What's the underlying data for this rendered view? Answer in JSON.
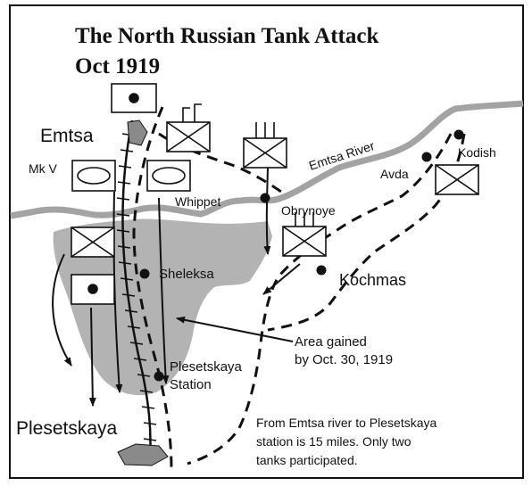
{
  "title_line1": "The North Russian Tank Attack",
  "title_line2": "Oct 1919",
  "places": {
    "emtsa": "Emtsa",
    "emtsa_river": "Emtsa River",
    "kodish": "Kodish",
    "avda": "Avda",
    "obrynoye": "Obrynoye",
    "kochmas": "Kochmas",
    "sheleksa": "Sheleksa",
    "plesetskaya_station_1": "Plesetskaya",
    "plesetskaya_station_2": "Station",
    "plesetskaya": "Plesetskaya"
  },
  "tanks": {
    "mk5": "Mk V",
    "whippet": "Whippet"
  },
  "area_note": {
    "line1": "Area gained",
    "line2": "by Oct. 30, 1919"
  },
  "footnote": {
    "line1": "From Emtsa river to Plesetskaya",
    "line2": "station is 15 miles. Only two",
    "line3": "tanks participated."
  },
  "colors": {
    "ink": "#111111",
    "river": "#a3a3a3",
    "area": "#b3b3b3",
    "town": "#8a8a8a"
  }
}
